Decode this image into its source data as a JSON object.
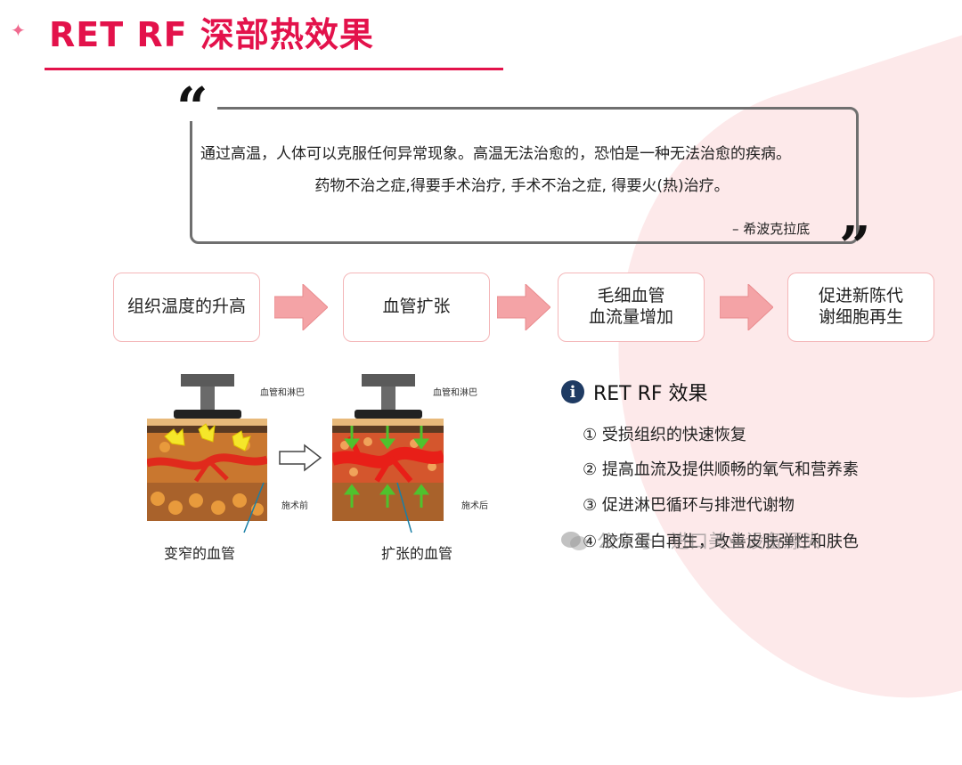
{
  "title": "RET RF 深部热效果",
  "quote": {
    "line1": "通过高温，人体可以克服任何异常现象。高温无法治愈的，恐怕是一种无法治愈的疾病。",
    "line2": "药物不治之症,得要手术治疗, 手术不治之症, 得要火(热)治疗。",
    "author": "– 希波克拉底",
    "open_mark": "“",
    "close_mark": "”"
  },
  "steps": [
    {
      "label": "组织温度的升高"
    },
    {
      "label": "血管扩张"
    },
    {
      "label": "毛细血管\n血流量增加"
    },
    {
      "label": "促进新陈代\n谢细胞再生"
    }
  ],
  "figure": {
    "before": {
      "top_label": "血管和淋巴",
      "bottom_label": "施术前",
      "caption": "变窄的血管"
    },
    "after": {
      "top_label": "血管和淋巴",
      "bottom_label": "施术后",
      "caption": "扩张的血管"
    }
  },
  "effects": {
    "title": "RET RF 效果",
    "items": [
      "① 受损组织的快速恢复",
      "② 提高血流及提供顺畅的氧气和营养素",
      "③ 促进淋巴循环与排泄代谢物",
      "④ 胶原蛋白再生，改善皮肤弹性和肤色"
    ]
  },
  "watermark": "公众号 · 进口美业设备源头",
  "colors": {
    "accent": "#e3124b",
    "arrow": "#f4a3a6",
    "box_border": "#f4b6b8",
    "info": "#1f3b63"
  }
}
